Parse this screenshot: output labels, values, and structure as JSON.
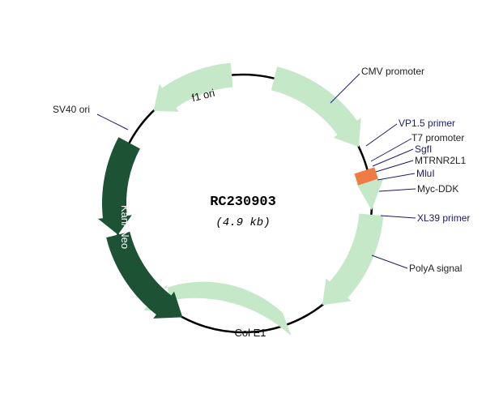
{
  "plasmid": {
    "name": "RC230903",
    "size": "(4.9 kb)"
  },
  "features": {
    "cmv_promoter": {
      "label": "CMV promoter"
    },
    "vp15_primer": {
      "label": "VP1.5 primer"
    },
    "t7_promoter": {
      "label": "T7 promoter"
    },
    "sgfi": {
      "label": "SgfI"
    },
    "mtrnr2l1": {
      "label": "MTRNR2L1"
    },
    "mlui": {
      "label": "MluI"
    },
    "myc_ddk": {
      "label": "Myc-DDK"
    },
    "xl39_primer": {
      "label": "XL39 primer"
    },
    "polya_signal": {
      "label": "PolyA signal"
    },
    "col_e1": {
      "label": "Col E1"
    },
    "kan_neo": {
      "label": "Kan/ Neo"
    },
    "sv40_ori": {
      "label": "SV40 ori"
    },
    "f1_ori": {
      "label": "f1 ori"
    }
  },
  "colors": {
    "light_feature": "#c5e8c8",
    "dark_feature": "#1d5234",
    "insert": "#f07c45",
    "backbone": "#000000",
    "leader": "#1a1a6e",
    "label_dark": "#1a1a6e",
    "label_black": "#222222"
  }
}
